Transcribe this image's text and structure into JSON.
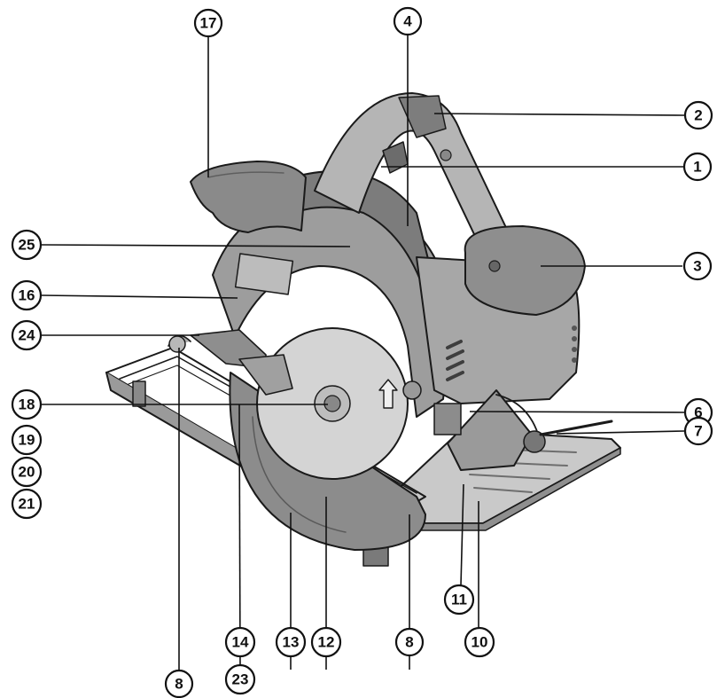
{
  "figure": {
    "callouts": [
      {
        "id": "c17",
        "label": "17"
      },
      {
        "id": "c4",
        "label": "4"
      },
      {
        "id": "c2",
        "label": "2"
      },
      {
        "id": "c1",
        "label": "1"
      },
      {
        "id": "c25",
        "label": "25"
      },
      {
        "id": "c3",
        "label": "3"
      },
      {
        "id": "c16",
        "label": "16"
      },
      {
        "id": "c24",
        "label": "24"
      },
      {
        "id": "c18",
        "label": "18"
      },
      {
        "id": "c6",
        "label": "6"
      },
      {
        "id": "c19",
        "label": "19"
      },
      {
        "id": "c7",
        "label": "7"
      },
      {
        "id": "c20",
        "label": "20"
      },
      {
        "id": "c21",
        "label": "21"
      },
      {
        "id": "c11",
        "label": "11"
      },
      {
        "id": "c10",
        "label": "10"
      },
      {
        "id": "c8a",
        "label": "8"
      },
      {
        "id": "c14",
        "label": "14"
      },
      {
        "id": "c13",
        "label": "13"
      },
      {
        "id": "c12",
        "label": "12"
      },
      {
        "id": "c8b",
        "label": "8"
      },
      {
        "id": "c23",
        "label": "23"
      }
    ]
  }
}
